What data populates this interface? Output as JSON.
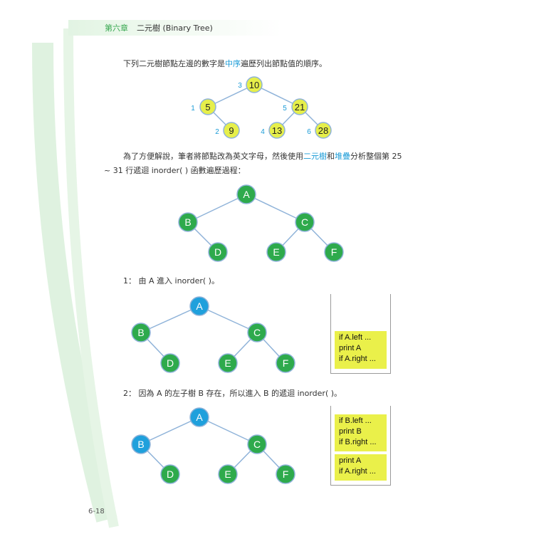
{
  "header": {
    "chapter": "第六章",
    "title": "二元樹 (Binary Tree)"
  },
  "intro": {
    "text_before": "下列二元樹節點左邊的數字是",
    "highlight": "中序",
    "text_after": "遍歷列出節點值的順序。"
  },
  "numeric_tree": {
    "nodes": [
      {
        "value": "10",
        "order": "3"
      },
      {
        "value": "5",
        "order": "1"
      },
      {
        "value": "21",
        "order": "5"
      },
      {
        "value": "9",
        "order": "2"
      },
      {
        "value": "13",
        "order": "4"
      },
      {
        "value": "28",
        "order": "6"
      }
    ]
  },
  "explain": {
    "line1_a": "為了方便解說，筆者將節點改為英文字母，然後使用",
    "line1_hl1": "二元樹",
    "line1_b": "和",
    "line1_hl2": "堆疊",
    "line1_c": "分析整個第 25",
    "line2": "~ 31 行遞迴 inorder( ) 函數遍歷過程："
  },
  "letter_tree": {
    "nodes": [
      "A",
      "B",
      "C",
      "D",
      "E",
      "F"
    ]
  },
  "steps": [
    {
      "text": "1： 由 A 進入 inorder( )。",
      "stack_frames": [
        [
          "if A.left ...",
          "print A",
          "if A.right ..."
        ]
      ]
    },
    {
      "text": "2： 因為 A 的左子樹 B 存在，所以進入 B 的遞迴 inorder( )。",
      "stack_frames": [
        [
          "if B.left ...",
          "print B",
          "if B.right ..."
        ],
        [
          "print A",
          "if A.right ..."
        ]
      ]
    }
  ],
  "page_number": "6-18",
  "colors": {
    "accent_green": "#3aa852",
    "highlight_blue": "#1a9bd7",
    "node_green": "#2eaa4c",
    "node_blue": "#1fa0dc",
    "node_yellow": "#e6ef4a",
    "stack_yellow": "#eaf04a",
    "edge_blue": "#8fb3d9"
  }
}
